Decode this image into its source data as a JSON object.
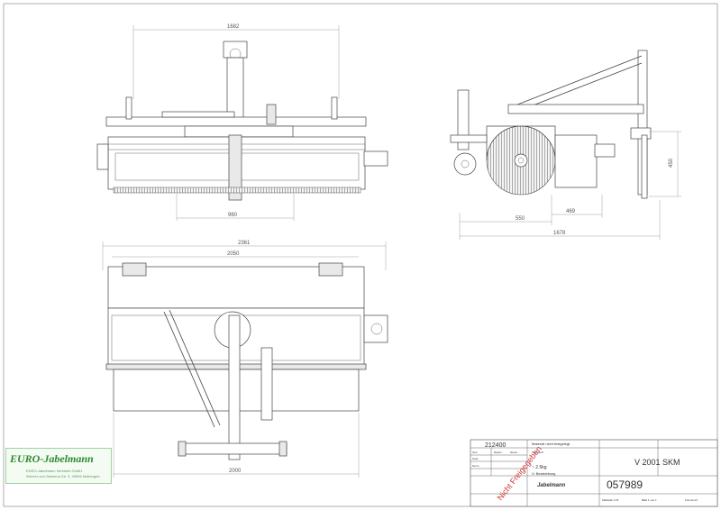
{
  "dimensions": {
    "front_width": "1682",
    "front_inner": "960",
    "side_height": "450",
    "side_550": "550",
    "side_469": "469",
    "side_total": "1678",
    "top_overall": "2361",
    "top_inner": "2050",
    "top_bottom": "2000"
  },
  "title_block": {
    "drawing_no": "212400",
    "material_note": "Material nicht festgelegt",
    "weight": "~ 2.5kg",
    "treatment": "V: Bearbeitung",
    "model": "V 2001 SKM",
    "number": "057989",
    "stamp": "Nicht Freigegeben",
    "company_small": "Jabelmann",
    "small_labels": [
      "Gez.",
      "Gepr.",
      "Norm",
      "Datum",
      "Name",
      "Werkstoff",
      "Maßstab 1:15",
      "Blatt 1 von 1",
      "Format A3"
    ]
  },
  "logo": {
    "name": "EURO-Jabelmann",
    "line1": "EURO-Jabelmann Vertriebs GmbH",
    "line2": "Werner-von-Siemens-Str. 3, 49696 Molbergen"
  },
  "colors": {
    "line": "#444444",
    "stamp": "#cc3333",
    "logo": "#2e8b2e"
  }
}
